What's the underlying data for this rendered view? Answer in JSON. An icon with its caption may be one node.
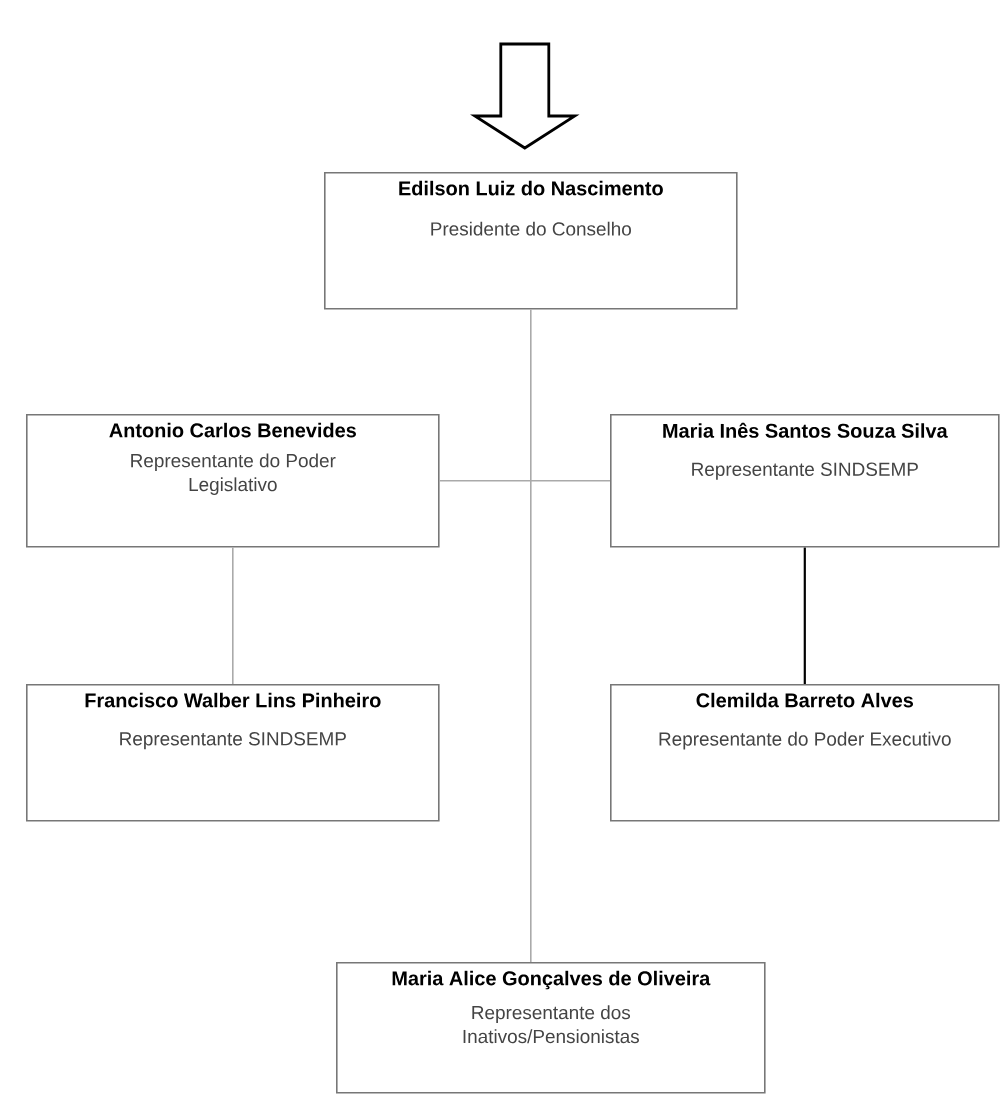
{
  "diagram": {
    "nodes": [
      {
        "text": [
          "Edilson Luiz do Nascimento",
          "Presidente do Conselho"
        ]
      },
      {
        "text": [
          "Antonio Carlos Benevides",
          "Representante do Poder Legislativo"
        ]
      },
      {
        "text": [
          "Maria Inês Santos Souza Silva",
          "Representante SINDSEMP"
        ]
      },
      {
        "text": [
          "Francisco Walber Lins Pinheiro",
          "Representante SINDSEMP"
        ]
      },
      {
        "text": [
          "Clemilda Barreto Alves",
          "Representante do Poder Executivo"
        ]
      },
      {
        "text": [
          "Maria Alice Gonçalves de Oliveira",
          "Representante dos Inativos/Pensionistas"
        ]
      }
    ],
    "edges": [
      {
        "from": null,
        "to": 0,
        "arrow": "to",
        "style": "thick"
      },
      {
        "from": 0,
        "to": 5,
        "arrow": "none"
      },
      {
        "from": 1,
        "to": 2,
        "arrow": "none"
      },
      {
        "from": 1,
        "to": 3,
        "arrow": "none"
      },
      {
        "from": 2,
        "to": 4,
        "arrow": "none",
        "color": "#000000"
      }
    ]
  }
}
